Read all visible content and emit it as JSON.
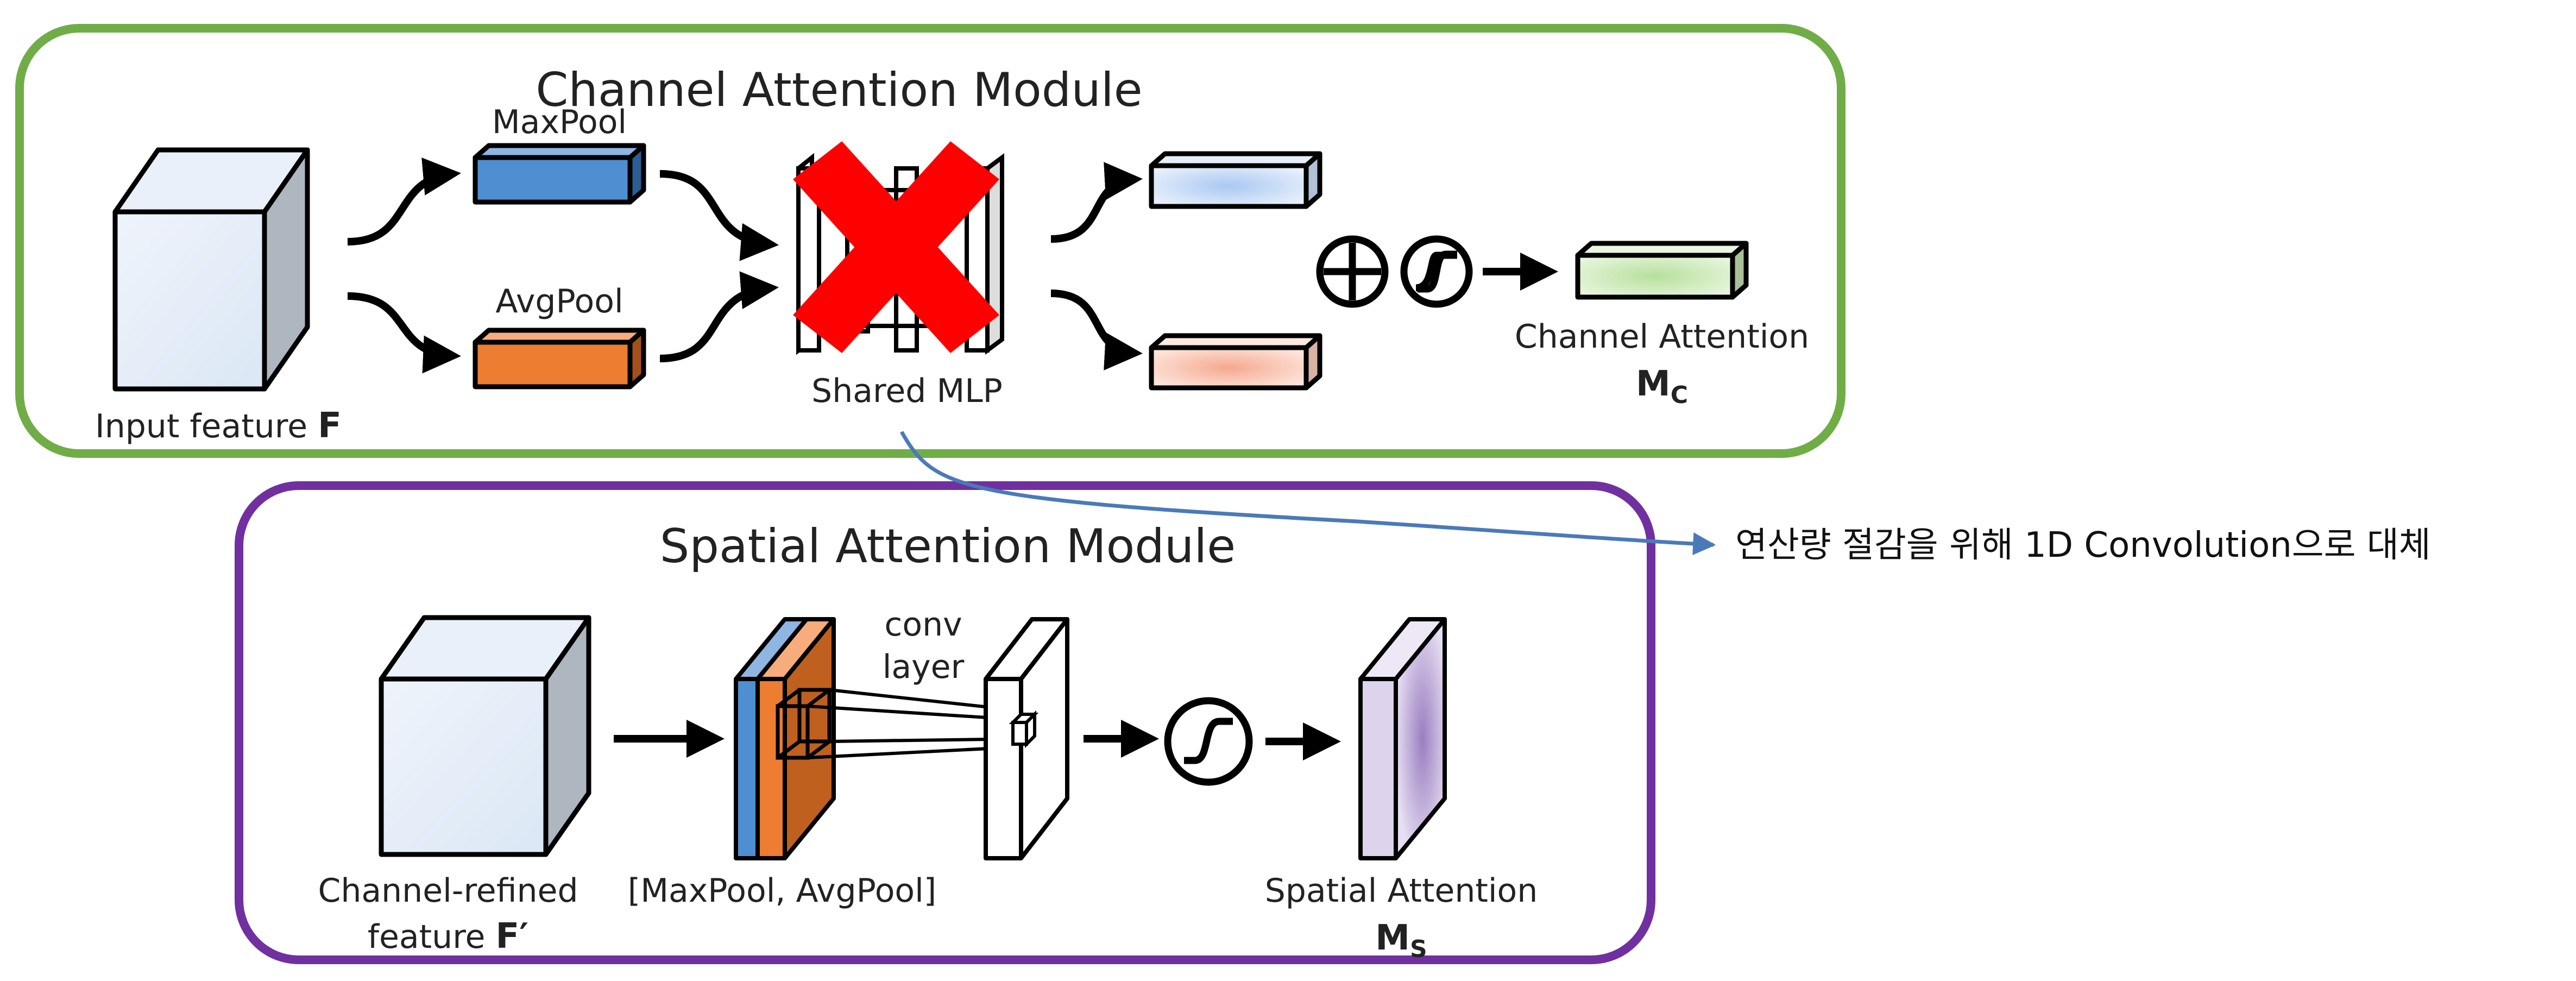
{
  "channel_module": {
    "title": "Channel Attention Module",
    "input_label": "Input feature ",
    "input_symbol": "F",
    "maxpool_label": "MaxPool",
    "avgpool_label": "AvgPool",
    "mlp_label": "Shared MLP",
    "output_label": "Channel Attention",
    "output_symbol": "M",
    "output_subscript": "C",
    "border_color": "#70ad47",
    "maxpool_color": "#4f8fd1",
    "avgpool_color": "#ed7d31",
    "cross_color": "#ff0000",
    "cross_icon": "red-x-cross"
  },
  "spatial_module": {
    "title": "Spatial Attention Module",
    "input_label_line1": "Channel-refined",
    "input_label_line2": "feature ",
    "input_symbol": "F′",
    "pool_label": "[MaxPool, AvgPool]",
    "conv_label_line1": "conv",
    "conv_label_line2": "layer",
    "output_label": "Spatial Attention",
    "output_symbol": "M",
    "output_subscript": "S",
    "border_color": "#7030a0"
  },
  "annotation": {
    "text": "연산량 절감을 위해 1D Convolution으로 대체",
    "arrow_color": "#4a7ab8"
  },
  "icons": {
    "plus": "circled-plus-icon",
    "sigmoid": "sigmoid-icon"
  }
}
